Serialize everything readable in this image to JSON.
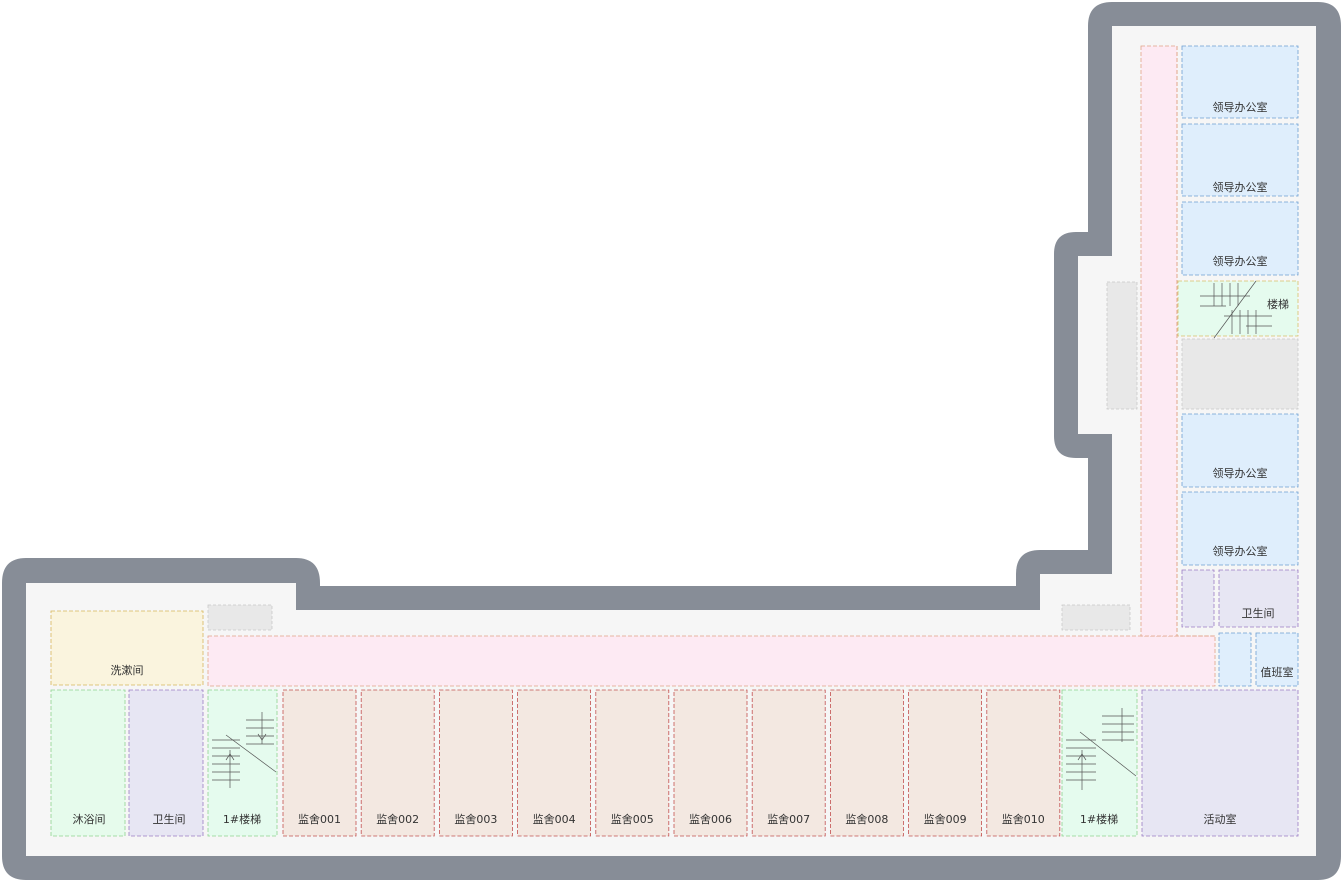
{
  "colors": {
    "wall": "#878d97",
    "floor": "#f6f6f6",
    "corridor": "#fdeaf3",
    "corridor_border": "#e0a386",
    "office": "#dfeefc",
    "office_border": "#6d9fd1",
    "stair": "#e5fbee",
    "stair_border": "#8fd38f",
    "stair_border_alt": "#d9c06a",
    "cell": "#f3e8e1",
    "cell_border": "#c2504f",
    "toilet": "#e7e6f3",
    "toilet_border": "#9a7cc4",
    "washroom": "#faf4de",
    "washroom_border": "#d6b65b",
    "shower": "#e6fbec",
    "shower_border": "#8fd38f",
    "grey_block": "#e8e8e8",
    "grey_block_border": "#c8c8c8",
    "text": "#333333"
  },
  "rooms": {
    "office_1": "领导办公室",
    "office_2": "领导办公室",
    "office_3": "领导办公室",
    "stair_right": "楼梯",
    "office_4": "领导办公室",
    "office_5": "领导办公室",
    "toilet_right": "卫生间",
    "duty_room": "值班室",
    "washroom": "洗漱间",
    "shower": "沐浴间",
    "toilet_left": "卫生间",
    "stair_1": "1#楼梯",
    "stair_2": "1#楼梯",
    "activity_room": "活动室",
    "cells": [
      "监舍001",
      "监舍002",
      "监舍003",
      "监舍004",
      "监舍005",
      "监舍006",
      "监舍007",
      "监舍008",
      "监舍009",
      "监舍010"
    ]
  }
}
